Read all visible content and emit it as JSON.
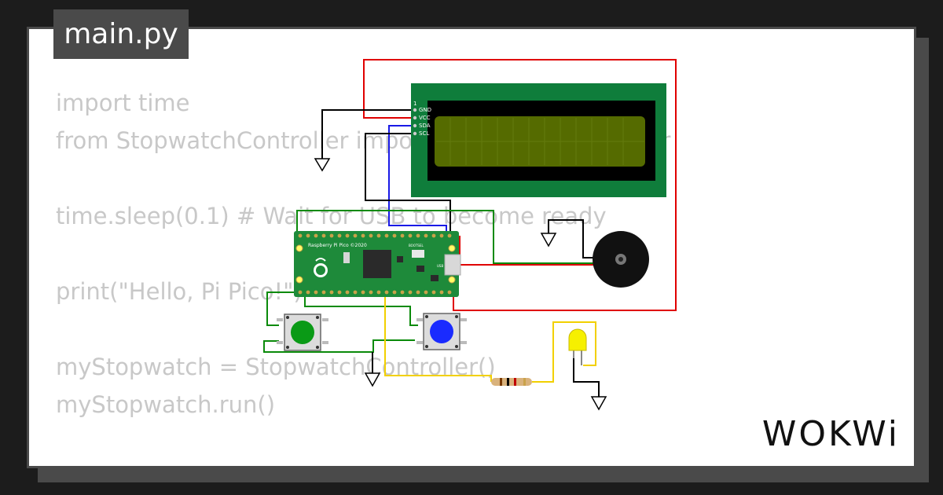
{
  "file_tab": {
    "label": "main.py"
  },
  "code_lines": [
    "import time",
    "from StopwatchController import StopwatchController",
    "",
    "time.sleep(0.1) # Wait for USB to become ready",
    "",
    "print(\"Hello, Pi Pico!\")",
    "",
    "myStopwatch = StopwatchController()",
    "myStopwatch.run()"
  ],
  "lcd": {
    "pin_labels": [
      "GND",
      "VCC",
      "SDA",
      "SCL"
    ],
    "pin_number": "1"
  },
  "pico": {
    "title": "Raspberry Pi Pico ©2020",
    "bootsel_label": "BOOTSEL",
    "usb_label": "USB"
  },
  "brand": {
    "logo_text": "WOKWi"
  },
  "colors": {
    "wire_red": "#e00000",
    "wire_black": "#000000",
    "wire_blue": "#1a1ae6",
    "wire_green": "#0a8a0a",
    "wire_yellow": "#f2d000",
    "lcd_board": "#0f7d3b",
    "lcd_screen": "#556b00",
    "pico_board": "#1e8a3a",
    "button_green": "#0a9a16",
    "button_blue": "#1a2bff",
    "led_yellow": "#f6f000"
  }
}
